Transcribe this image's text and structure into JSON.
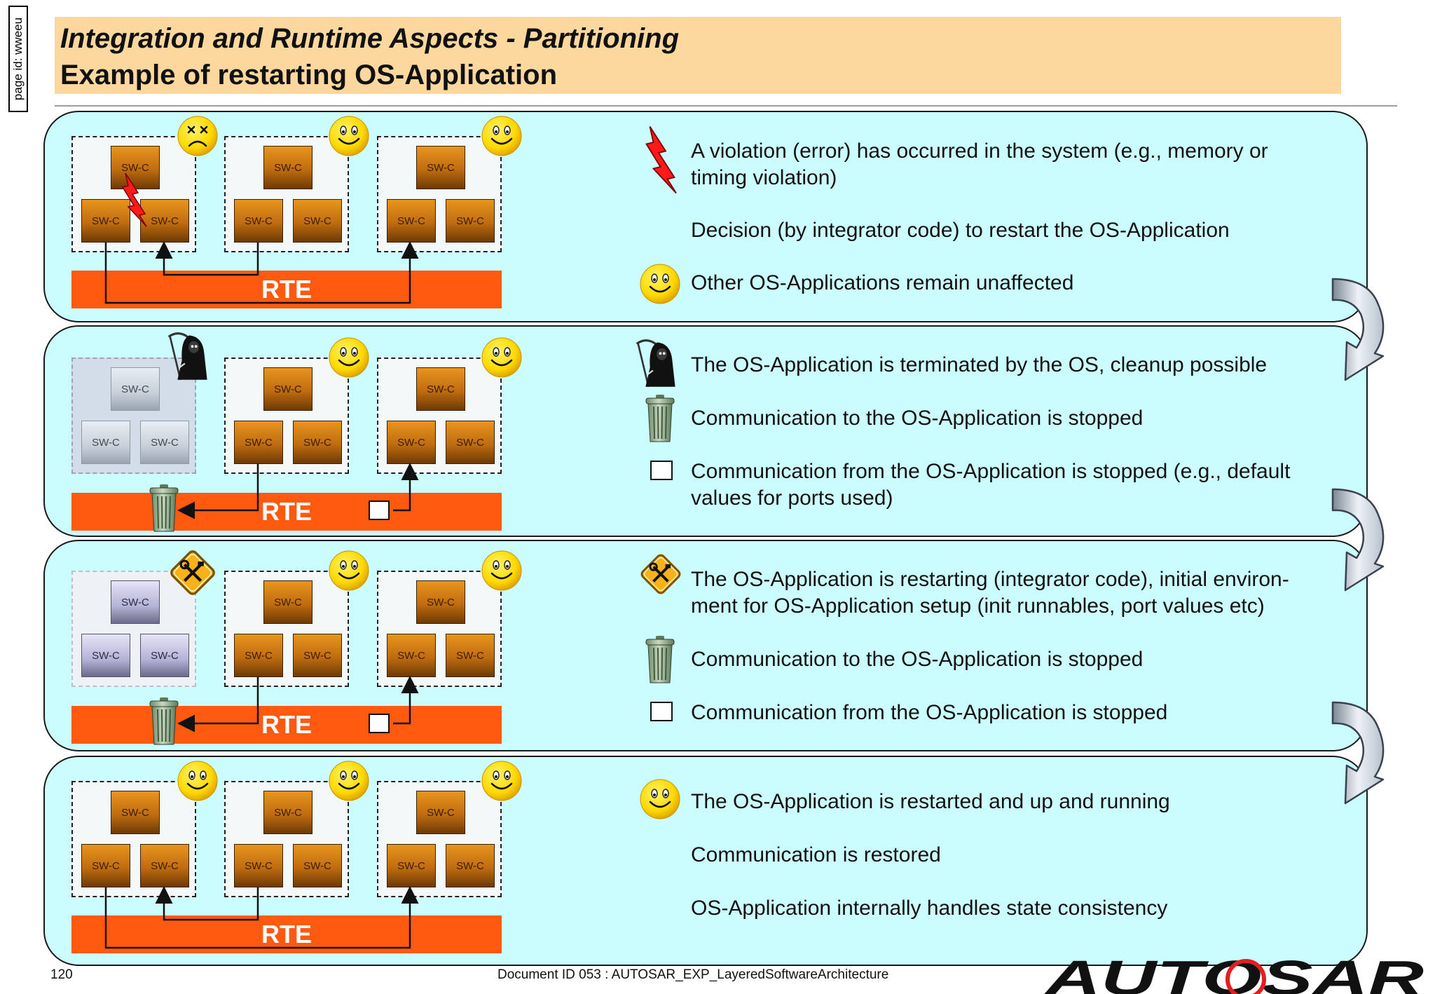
{
  "page_id": "page id: wweeu",
  "title": {
    "line1": "Integration and Runtime Aspects - Partitioning",
    "line2": "Example of restarting OS-Application"
  },
  "swc_label": "SW-C",
  "rte_label": "RTE",
  "steps": [
    {
      "state": "violation",
      "app_status": [
        "dead-face-icon",
        "smiley-icon",
        "smiley-icon"
      ],
      "texts": [
        {
          "icon": "lightning-icon",
          "lines": [
            "A violation (error) has occurred in the system (e.g., memory or",
            "timing violation)"
          ]
        },
        {
          "icon": "",
          "lines": [
            "Decision (by integrator code) to restart the OS-Application"
          ]
        },
        {
          "icon": "smiley-icon",
          "lines": [
            "Other OS-Applications remain unaffected"
          ]
        }
      ]
    },
    {
      "state": "terminated",
      "app_status": [
        "grim-reaper-icon",
        "smiley-icon",
        "smiley-icon"
      ],
      "texts": [
        {
          "icon": "grim-reaper-icon",
          "lines": [
            "The OS-Application is terminated by the OS, cleanup possible"
          ]
        },
        {
          "icon": "trash-can-icon",
          "lines": [
            "Communication to the OS-Application is stopped"
          ]
        },
        {
          "icon": "default-value-box-icon",
          "lines": [
            "Communication from the OS-Application is stopped (e.g., default",
            "values for ports used)"
          ]
        }
      ]
    },
    {
      "state": "restarting",
      "app_status": [
        "tools-sign-icon",
        "smiley-icon",
        "smiley-icon"
      ],
      "texts": [
        {
          "icon": "tools-sign-icon",
          "lines": [
            "The OS-Application is restarting (integrator code), initial environ-",
            "ment for OS-Application setup (init runnables, port values etc)"
          ]
        },
        {
          "icon": "trash-can-icon",
          "lines": [
            "Communication to the OS-Application is stopped"
          ]
        },
        {
          "icon": "default-value-box-icon",
          "lines": [
            "Communication from the OS-Application is stopped"
          ]
        }
      ]
    },
    {
      "state": "running",
      "app_status": [
        "smiley-icon",
        "smiley-icon",
        "smiley-icon"
      ],
      "texts": [
        {
          "icon": "smiley-icon",
          "lines": [
            "The OS-Application is restarted and up and running"
          ]
        },
        {
          "icon": "",
          "lines": [
            "Communication is restored"
          ]
        },
        {
          "icon": "",
          "lines": [
            "OS-Application internally handles state consistency"
          ]
        }
      ]
    }
  ],
  "footer": {
    "page_number": "120",
    "document_id": "Document ID 053 : AUTOSAR_EXP_LayeredSoftwareArchitecture",
    "logo_text": "AUTOSAR"
  },
  "colors": {
    "title_bar": "#fcd89f",
    "panel_bg": "#ccfdfe",
    "rte": "#ff5a10",
    "swc": "#c06c10",
    "smiley": "#ffe100",
    "lightning": "#ff1a1a"
  }
}
